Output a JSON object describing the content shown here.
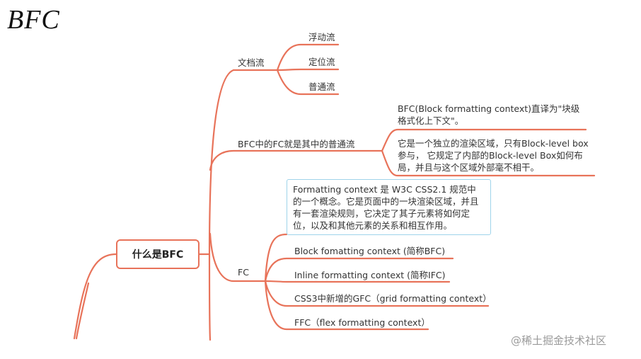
{
  "title": "BFC",
  "root": {
    "label": "什么是BFC"
  },
  "branches": {
    "doc_flow": {
      "label": "文档流",
      "children": [
        "浮动流",
        "定位流",
        "普通流"
      ]
    },
    "bfc_in_fc": {
      "label": "BFC中的FC就是其中的普通流",
      "children": [
        "BFC(Block formatting context)直译为\"块级格式化上下文\"。",
        "它是一个独立的渲染区域，只有Block-level box参与， 它规定了内部的Block-level Box如何布局，并且与这个区域外部毫不相干。"
      ]
    },
    "fc": {
      "label": "FC",
      "callout": "Formatting context 是 W3C CSS2.1 规范中的一个概念。它是页面中的一块渲染区域，并且有一套渲染规则，它决定了其子元素将如何定位，以及和其他元素的关系和相互作用。",
      "children": [
        "Block fomatting context (简称BFC)",
        "Inline formatting context (简称IFC)",
        "CSS3中新增的GFC（grid formatting context）",
        "FFC（flex formatting context）"
      ]
    }
  },
  "watermark": "@稀土掘金技术社区",
  "colors": {
    "line": "#e8735a",
    "callout_border": "#9fd4ea"
  }
}
